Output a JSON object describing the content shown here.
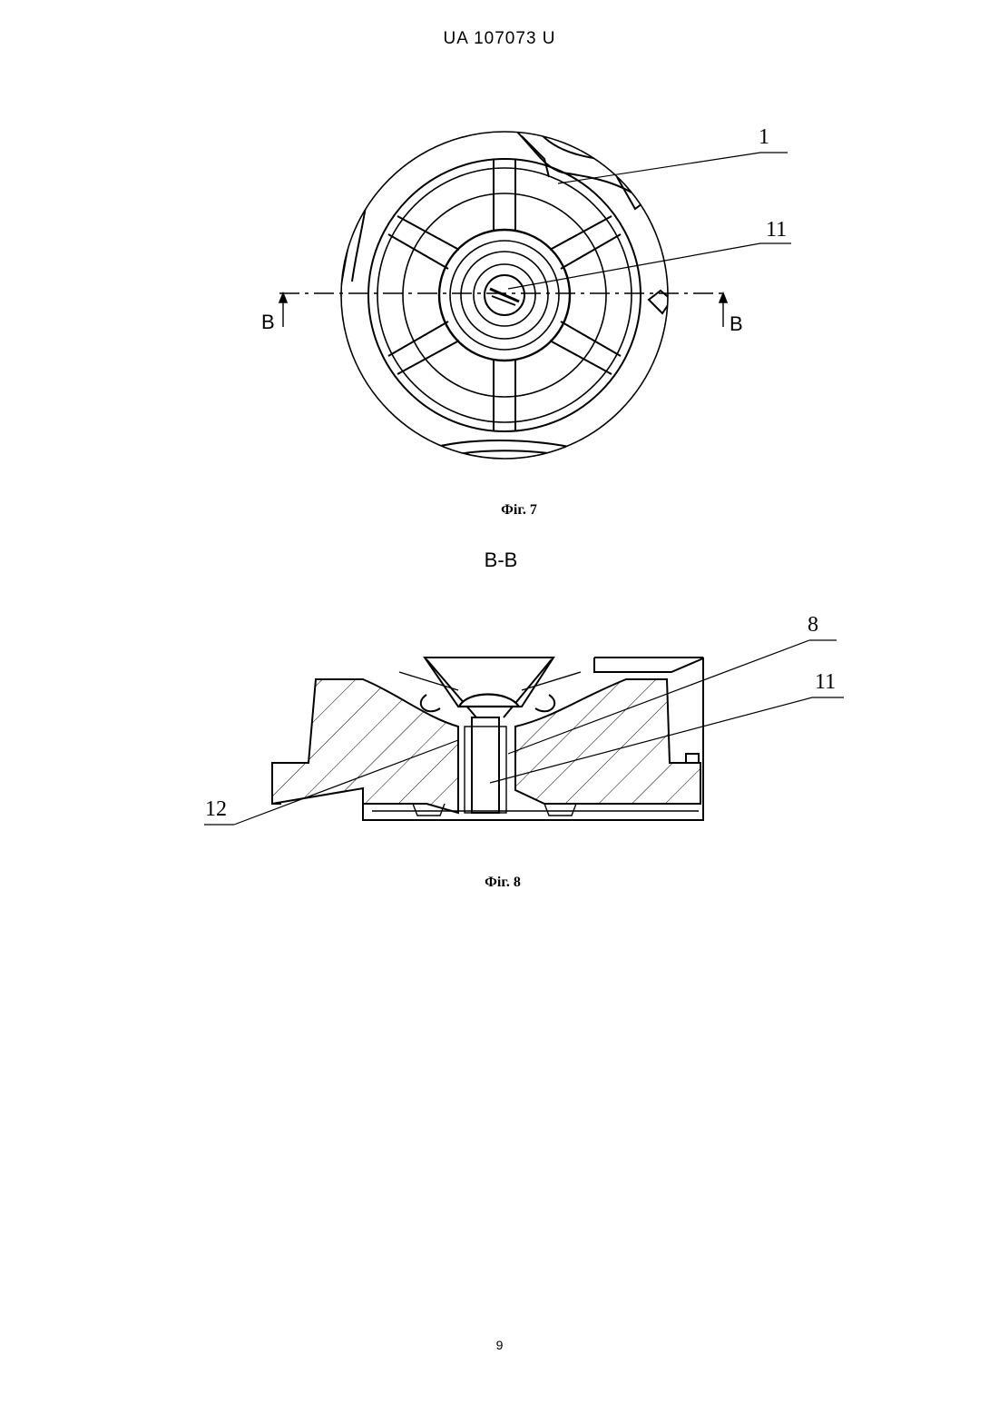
{
  "header": {
    "doc_id": "UA   107073   U"
  },
  "figure7": {
    "caption": "Фіг. 7",
    "labels": {
      "ref1": "1",
      "ref11": "11",
      "section_left": "B",
      "section_right": "B"
    }
  },
  "figure8": {
    "section_title": "B-B",
    "caption": "Фіг. 8",
    "labels": {
      "ref8": "8",
      "ref11": "11",
      "ref12": "12"
    }
  },
  "footer": {
    "page_number": "9"
  }
}
